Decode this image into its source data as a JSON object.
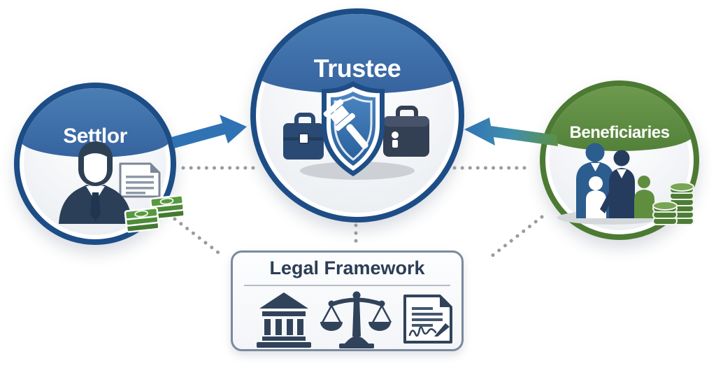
{
  "diagram": {
    "title": "Trust structure diagram",
    "nodes": {
      "settlor": {
        "label": "Settlor",
        "shape": "circle",
        "band_color": "#3c6ea9",
        "border_color": "#1d4d86",
        "icons": [
          "businessman-icon",
          "document-icon",
          "cash-stack-icon"
        ]
      },
      "trustee": {
        "label": "Trustee",
        "shape": "circle",
        "band_color": "#3c6ea9",
        "border_color": "#1d4d86",
        "icons": [
          "briefcase-icon",
          "shield-gavel-icon",
          "briefcase-dark-icon"
        ]
      },
      "beneficiaries": {
        "label": "Beneficiaries",
        "shape": "circle",
        "band_color": "#5e9147",
        "border_color": "#4c7a33",
        "icons": [
          "family-icon",
          "coin-stacks-icon"
        ]
      },
      "legal_framework": {
        "label": "Legal Framework",
        "shape": "rounded-box",
        "icons": [
          "bank-icon",
          "scales-of-justice-icon",
          "signed-contract-icon"
        ]
      }
    },
    "connections": [
      {
        "from": "settlor",
        "to": "trustee",
        "type": "solid-arrow",
        "color": "#2f73b4"
      },
      {
        "from": "beneficiaries",
        "to": "trustee",
        "type": "solid-arrow",
        "color": "green-to-blue-gradient"
      },
      {
        "from": "settlor",
        "to": "trustee",
        "type": "dotted"
      },
      {
        "from": "trustee",
        "to": "beneficiaries",
        "type": "dotted"
      },
      {
        "from": "trustee",
        "to": "legal_framework",
        "type": "dotted"
      },
      {
        "from": "settlor",
        "to": "legal_framework",
        "type": "dotted"
      },
      {
        "from": "beneficiaries",
        "to": "legal_framework",
        "type": "dotted"
      }
    ],
    "colors": {
      "background": "#ffffff",
      "navy_border": "#1d4d86",
      "blue_band": "#3c6ea9",
      "green_band": "#5e9147",
      "green_border": "#4c7a33",
      "arrow_blue": "#2f73b4",
      "arrow_green": "#5c9044",
      "icon_slate": "#30435a",
      "dotted_gray": "#9b9b9b",
      "money_green": "#4e8c39"
    }
  }
}
